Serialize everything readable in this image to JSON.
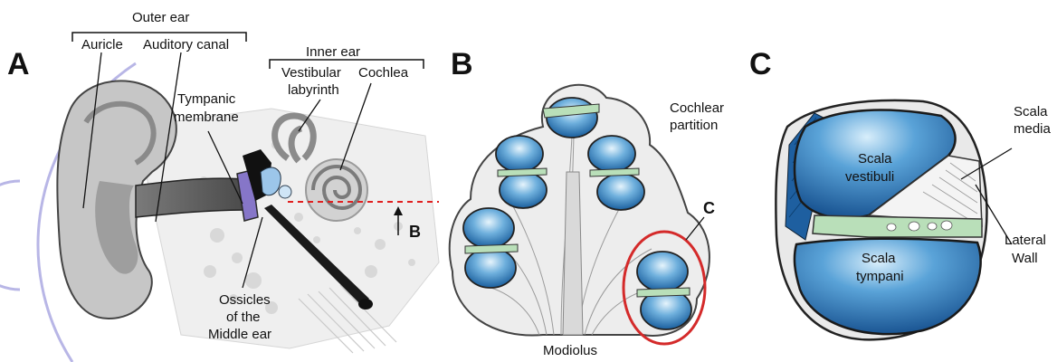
{
  "panels": {
    "a": "A",
    "b": "B",
    "c": "C"
  },
  "panel_a": {
    "outer_ear": "Outer ear",
    "auricle": "Auricle",
    "auditory_canal": "Auditory canal",
    "tympanic_1": "Tympanic",
    "tympanic_2": "membrane",
    "inner_ear": "Inner ear",
    "vestibular_1": "Vestibular",
    "vestibular_2": "labyrinth",
    "cochlea": "Cochlea",
    "ossicles_1": "Ossicles",
    "ossicles_2": "of the",
    "ossicles_3": "Middle ear",
    "section_marker": "B"
  },
  "panel_b": {
    "partition_1": "Cochlear",
    "partition_2": "partition",
    "modiolus": "Modiolus",
    "callout": "C"
  },
  "panel_c": {
    "vestibuli_1": "Scala",
    "vestibuli_2": "vestibuli",
    "media_1": "Scala",
    "media_2": "media",
    "tympani_1": "Scala",
    "tympani_2": "tympani",
    "lateral_1": "Lateral",
    "lateral_2": "Wall"
  },
  "colors": {
    "scala_blue": "#1e6fb0",
    "membrane_green": "#b9dfb9",
    "highlight_red": "#d42a2a",
    "bone_gray": "#e3e3e3"
  }
}
